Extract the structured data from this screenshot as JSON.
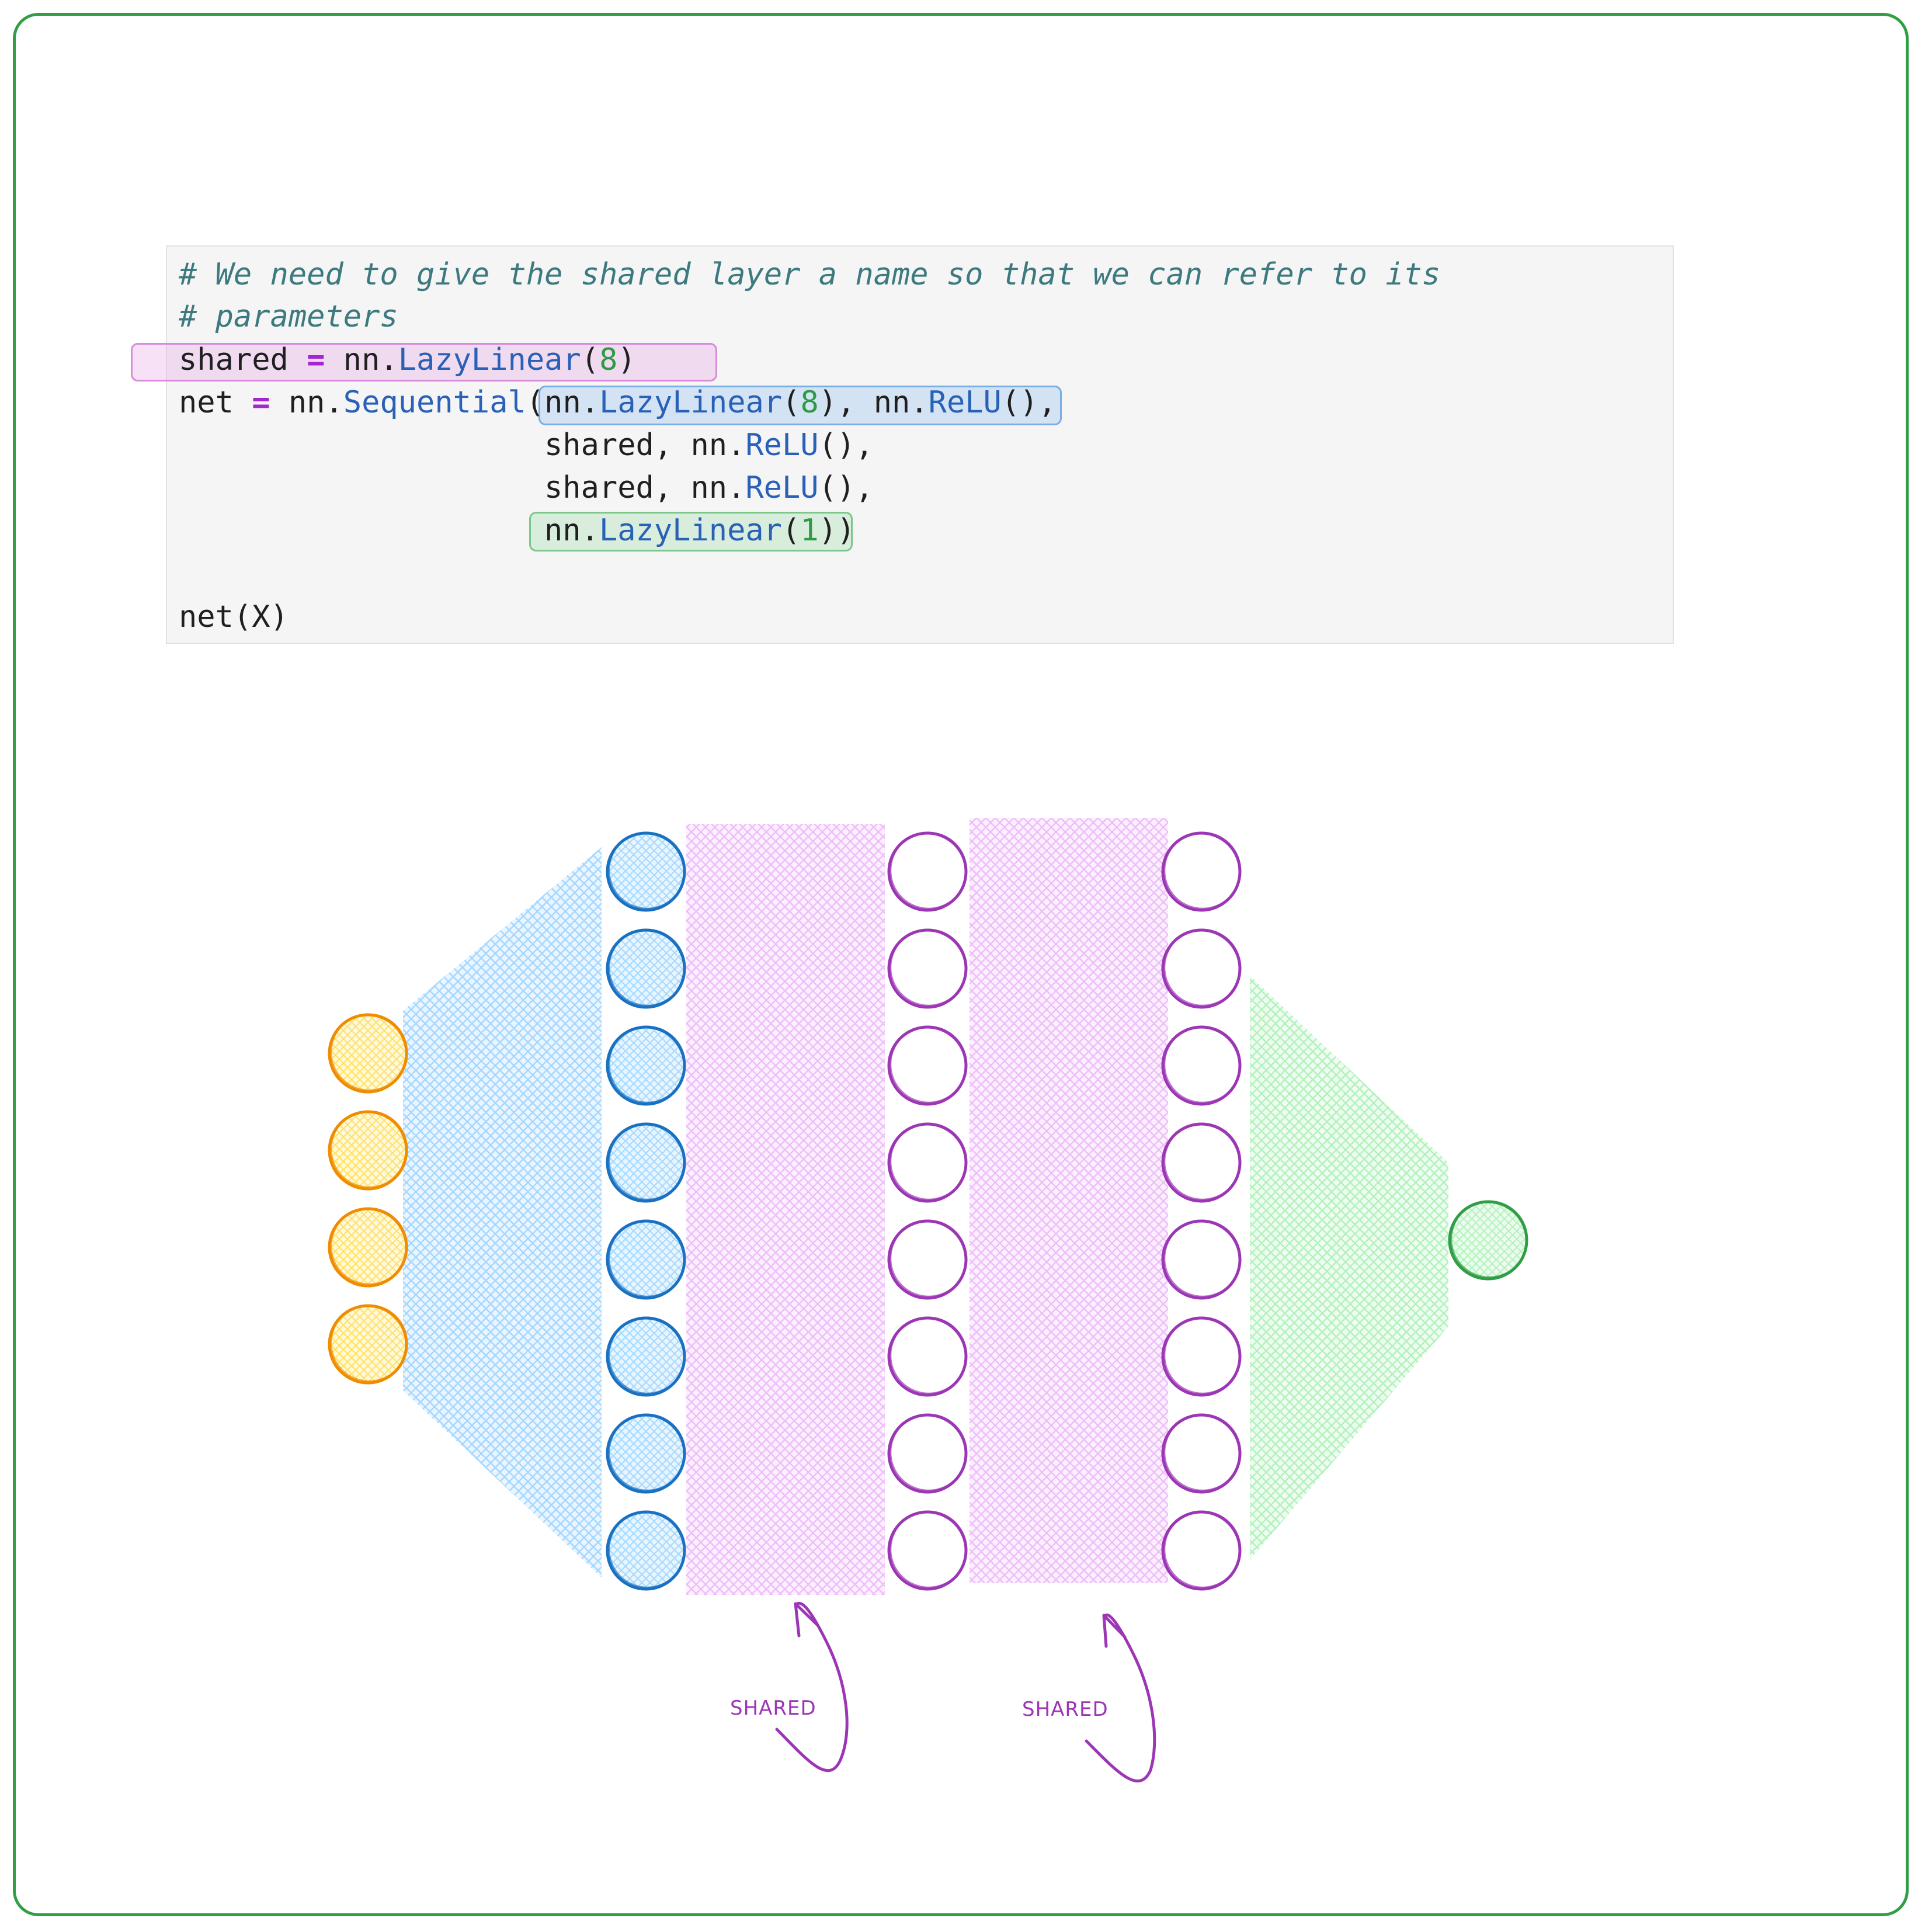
{
  "code": {
    "comment_line_1": "# We need to give the shared layer a name so that we can refer to its",
    "comment_line_2": "# parameters",
    "line3": {
      "var": "shared",
      "eq": "=",
      "mod": "nn.",
      "fn": "LazyLinear",
      "open": "(",
      "num": "8",
      "close": ")"
    },
    "line4": {
      "var": "net",
      "eq": "=",
      "mod": "nn.",
      "fn": "Sequential",
      "open": "(",
      "mod2": "nn.",
      "fn2": "LazyLinear",
      "open2": "(",
      "num": "8",
      "close2": "), ",
      "mod3": "nn.",
      "fn3": "ReLU",
      "tail": "(),"
    },
    "line5": {
      "prefix": "shared, ",
      "mod": "nn.",
      "fn": "ReLU",
      "tail": "(),"
    },
    "line6": {
      "prefix": "shared, ",
      "mod": "nn.",
      "fn": "ReLU",
      "tail": "(),"
    },
    "line7": {
      "mod": "nn.",
      "fn": "LazyLinear",
      "open": "(",
      "num": "1",
      "close": "))"
    },
    "line9": "net(X)"
  },
  "diagram": {
    "layers": [
      {
        "name": "input",
        "count": 4,
        "color": "#f08c00",
        "fill": "#ffec99"
      },
      {
        "name": "hidden-1",
        "count": 8,
        "color": "#1971c2",
        "fill": "#a5d8ff"
      },
      {
        "name": "hidden-2",
        "count": 8,
        "color": "#9c36b5",
        "fill": "#ffffff"
      },
      {
        "name": "hidden-3",
        "count": 8,
        "color": "#9c36b5",
        "fill": "#ffffff"
      },
      {
        "name": "output",
        "count": 1,
        "color": "#2f9e44",
        "fill": "#b2f2bb"
      }
    ],
    "connections": [
      {
        "name": "linear-1",
        "color": "#a5d8ff"
      },
      {
        "name": "shared-1",
        "color": "#eebefa"
      },
      {
        "name": "shared-2",
        "color": "#eebefa"
      },
      {
        "name": "linear-out",
        "color": "#b2f2bb"
      }
    ],
    "annotations": [
      "SHARED",
      "SHARED"
    ]
  }
}
